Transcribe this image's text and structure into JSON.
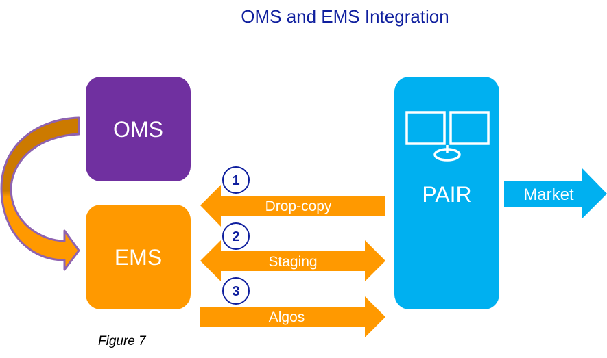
{
  "title": "OMS and EMS Integration",
  "caption": "Figure 7",
  "colors": {
    "title": "#0f1f9e",
    "oms": "#7030a0",
    "ems": "#ff9900",
    "pair": "#00b0f0",
    "flow_arrow": "#ff9900",
    "curved_arrow_top": "#cc7a00",
    "curved_arrow_outline": "#8e62b0",
    "step_circle": "#0f1f9e"
  },
  "nodes": {
    "oms": {
      "label": "OMS"
    },
    "ems": {
      "label": "EMS"
    },
    "pair": {
      "label": "PAIR",
      "icon": "dual-monitor-icon"
    }
  },
  "flows": [
    {
      "step": "1",
      "label": "Drop-copy",
      "direction": "PAIR to EMS"
    },
    {
      "step": "2",
      "label": "Staging",
      "direction": "bidirectional"
    },
    {
      "step": "3",
      "label": "Algos",
      "direction": "EMS to PAIR"
    }
  ],
  "market": {
    "label": "Market",
    "direction": "PAIR to Market"
  },
  "oms_to_ems": {
    "description": "OMS to EMS curved arrow"
  }
}
